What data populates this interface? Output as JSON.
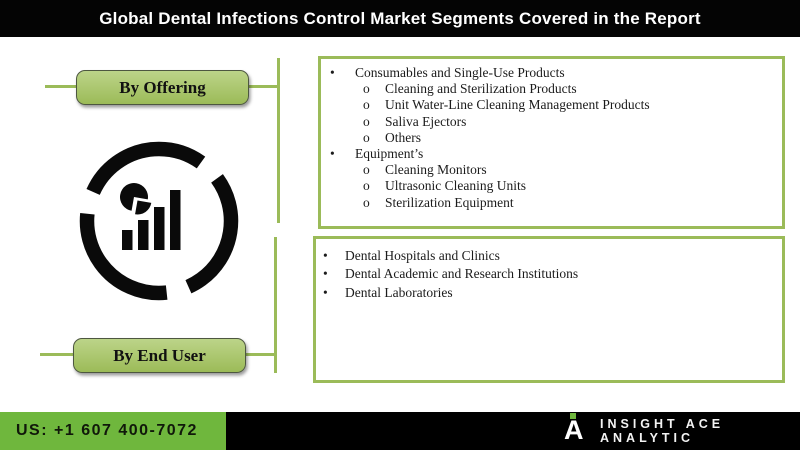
{
  "title": "Global Dental Infections Control Market Segments Covered in the Report",
  "buttons": {
    "offering": "By Offering",
    "end_user": "By End User"
  },
  "bullets": {
    "level1": "•",
    "level2": "o"
  },
  "offering_box": {
    "groups": [
      {
        "label": "Consumables and Single-Use Products",
        "items": [
          "Cleaning and Sterilization Products",
          "Unit Water-Line Cleaning Management Products",
          "Saliva Ejectors",
          "Others"
        ]
      },
      {
        "label": "Equipment’s",
        "items": [
          "Cleaning Monitors",
          "Ultrasonic Cleaning Units",
          "Sterilization Equipment"
        ]
      }
    ]
  },
  "end_user_box": {
    "items": [
      "Dental Hospitals and Clinics",
      "Dental Academic and Research Institutions",
      "Dental Laboratories"
    ]
  },
  "footer": {
    "phone": "US: +1 607 400-7072",
    "brand": "INSIGHT ACE ANALYTIC",
    "logo_letter": "A"
  },
  "icons": {
    "chart": "market-analytics-chart-icon",
    "logo": "insight-ace-logo-icon"
  },
  "colors": {
    "accent_green": "#9bbb59",
    "button_fill": "#a6c368",
    "footer_green": "#6fb73d",
    "title_bar_black": "#040404",
    "icon_black": "#0a0a0a"
  }
}
